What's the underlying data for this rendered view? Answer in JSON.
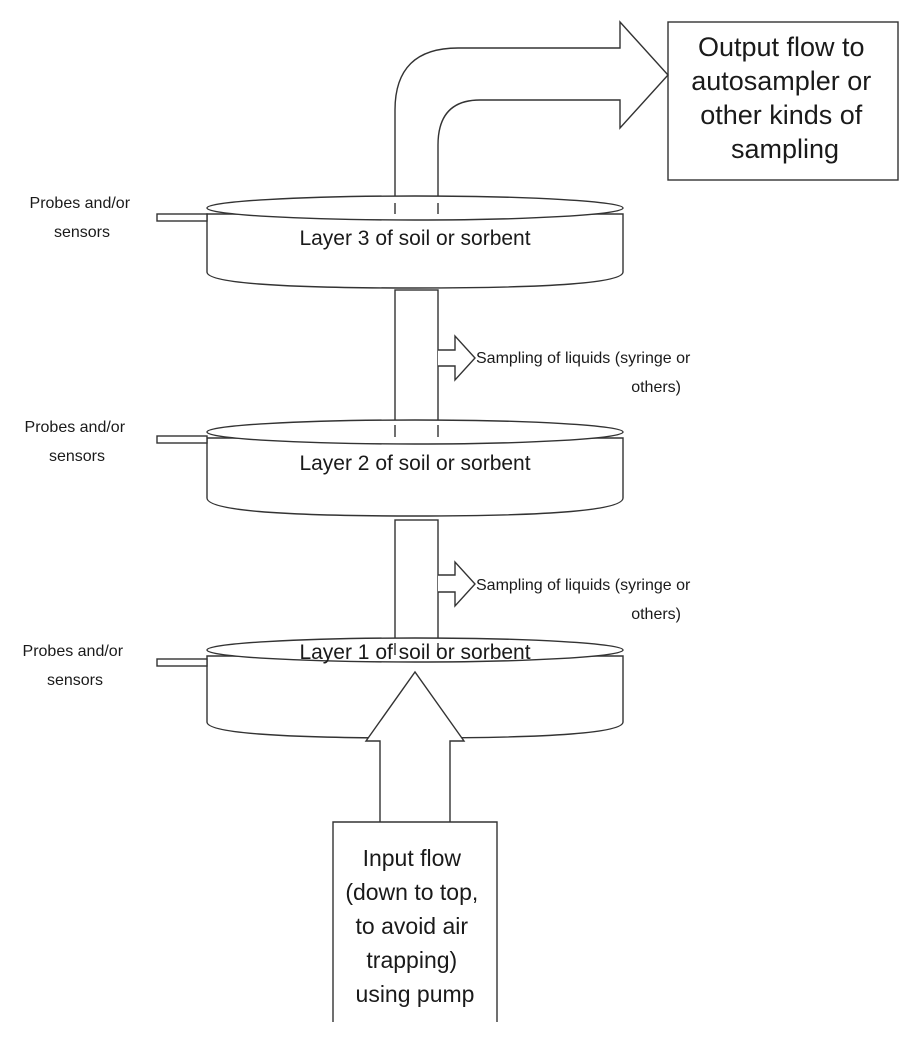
{
  "layers": [
    {
      "label": "Layer 3 of soil or sorbent"
    },
    {
      "label": "Layer 2 of soil or sorbent"
    },
    {
      "label": "Layer 1 of soil or sorbent"
    }
  ],
  "probes": [
    {
      "lines": [
        "Probes and/or",
        "sensors"
      ]
    },
    {
      "lines": [
        "Probes and/or",
        "sensors"
      ]
    },
    {
      "lines": [
        "Probes and/or",
        "sensors"
      ]
    }
  ],
  "sampling": [
    {
      "lines": [
        "Sampling of liquids (syringe or",
        "others)"
      ]
    },
    {
      "lines": [
        "Sampling of liquids (syringe or",
        "others)"
      ]
    }
  ],
  "output": {
    "lines": [
      "Output flow to",
      "autosampler or",
      "other kinds of",
      "sampling"
    ]
  },
  "input": {
    "lines": [
      "Input flow",
      "(down to top,",
      "to avoid air",
      "trapping)",
      "using pump"
    ]
  },
  "colors": {
    "stroke": "#333333",
    "fill": "#ffffff",
    "text": "#1a1a1a"
  }
}
